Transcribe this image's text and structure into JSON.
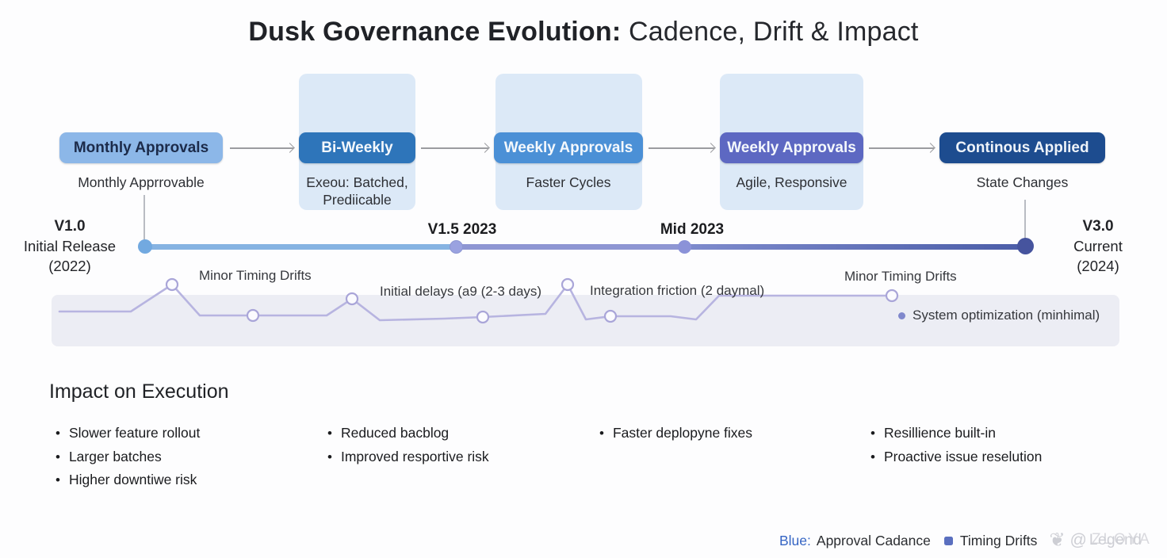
{
  "title": {
    "main": "Dusk Governance Evolution:",
    "sub": " Cadence, Drift & Impact"
  },
  "stages": [
    {
      "label": "Monthly Approvals",
      "subtitle": "Monthly Apprrovable",
      "pill_color": "#8cb7e8",
      "text_color": "#1c2b4a",
      "has_card": false
    },
    {
      "label": "Bi-Weekly",
      "subtitle": "Exeou: Batched, Prediicable",
      "pill_color": "#2e75ba",
      "text_color": "#ffffff",
      "has_card": true
    },
    {
      "label": "Weekly Approvals",
      "subtitle": "Faster Cycles",
      "pill_color": "#4b90d6",
      "text_color": "#ffffff",
      "has_card": true
    },
    {
      "label": "Weekly Approvals",
      "subtitle": "Agile, Responsive",
      "pill_color": "#5d68c2",
      "text_color": "#ffffff",
      "has_card": true
    },
    {
      "label": "Continous Applied",
      "subtitle": "State Changes",
      "pill_color": "#1d4c8f",
      "text_color": "#ffffff",
      "has_card": false
    }
  ],
  "timeline": {
    "start": {
      "version": "V1.0",
      "name": "Initial Release",
      "year": "(2022)"
    },
    "end": {
      "version": "V3.0",
      "name": "Current",
      "year": "(2024)"
    },
    "milestones": [
      {
        "label": "V1.5 2023"
      },
      {
        "label": "Mid 2023"
      }
    ],
    "segment_colors": [
      "#86b3e2",
      "#8e96d3",
      "#4b5da8"
    ]
  },
  "drift": {
    "labels": [
      "Minor Timing Drifts",
      "Initial delays (a9 (2-3 days)",
      "Integration friction (2 daymal)",
      "Minor Timing Drifts"
    ],
    "note": "System optimization (minhimal)",
    "line_color": "#b7b4e0",
    "band_color": "#ecedf4"
  },
  "impact": {
    "heading": "Impact on Execution",
    "columns": [
      {
        "items": [
          "Slower feature rollout",
          "Larger batches",
          "Higher downtiwe risk"
        ]
      },
      {
        "items": [
          "Reduced bacblog",
          "Improved resportive risk"
        ]
      },
      {
        "items": [
          "Faster deplopyne fixes"
        ]
      },
      {
        "items": [
          "Resillience built-in",
          "Proactive issue reselution"
        ]
      }
    ]
  },
  "footer": {
    "blue_label": "Blue:",
    "cadence_label": "Approval Cadance",
    "drifts_label": "Timing Drifts",
    "legend_blue": "#3565c4",
    "square_color": "#5a6fbf",
    "watermark": {
      "at": "@",
      "text": "Legend",
      "overlay": "ZLOYA"
    }
  },
  "bullet": "•"
}
